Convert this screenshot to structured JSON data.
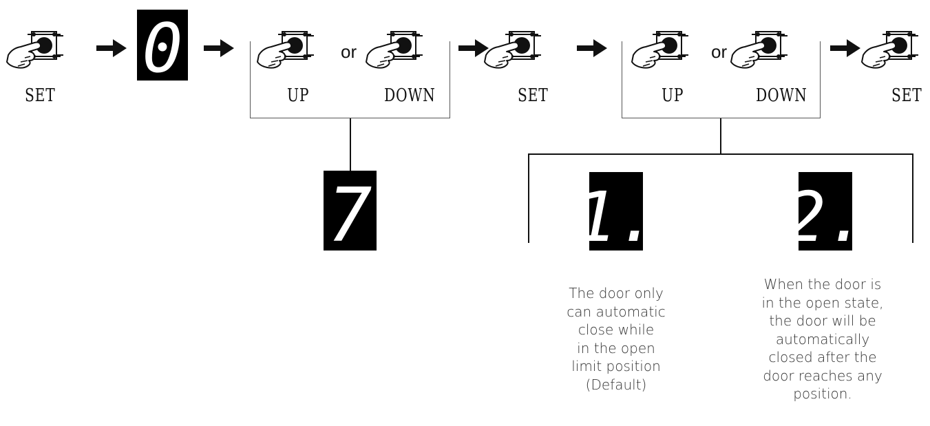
{
  "buttons": {
    "set": "SET",
    "up": "UP",
    "down": "DOWN",
    "or": "or"
  },
  "digits": {
    "mode_select": "0",
    "function": "7",
    "option_1": "1.",
    "option_2": "2."
  },
  "descriptions": {
    "option_1_lines": [
      "The door only",
      "can automatic",
      "close while",
      "in the open",
      "limit position",
      "(Default)"
    ],
    "option_2_lines": [
      "When the door is",
      "in the open state,",
      "the door will be",
      "automatically",
      "closed after the",
      "door reaches any",
      "position."
    ]
  },
  "icons": {
    "press": "hand-press-button-icon",
    "arrow": "right-arrow-icon"
  }
}
